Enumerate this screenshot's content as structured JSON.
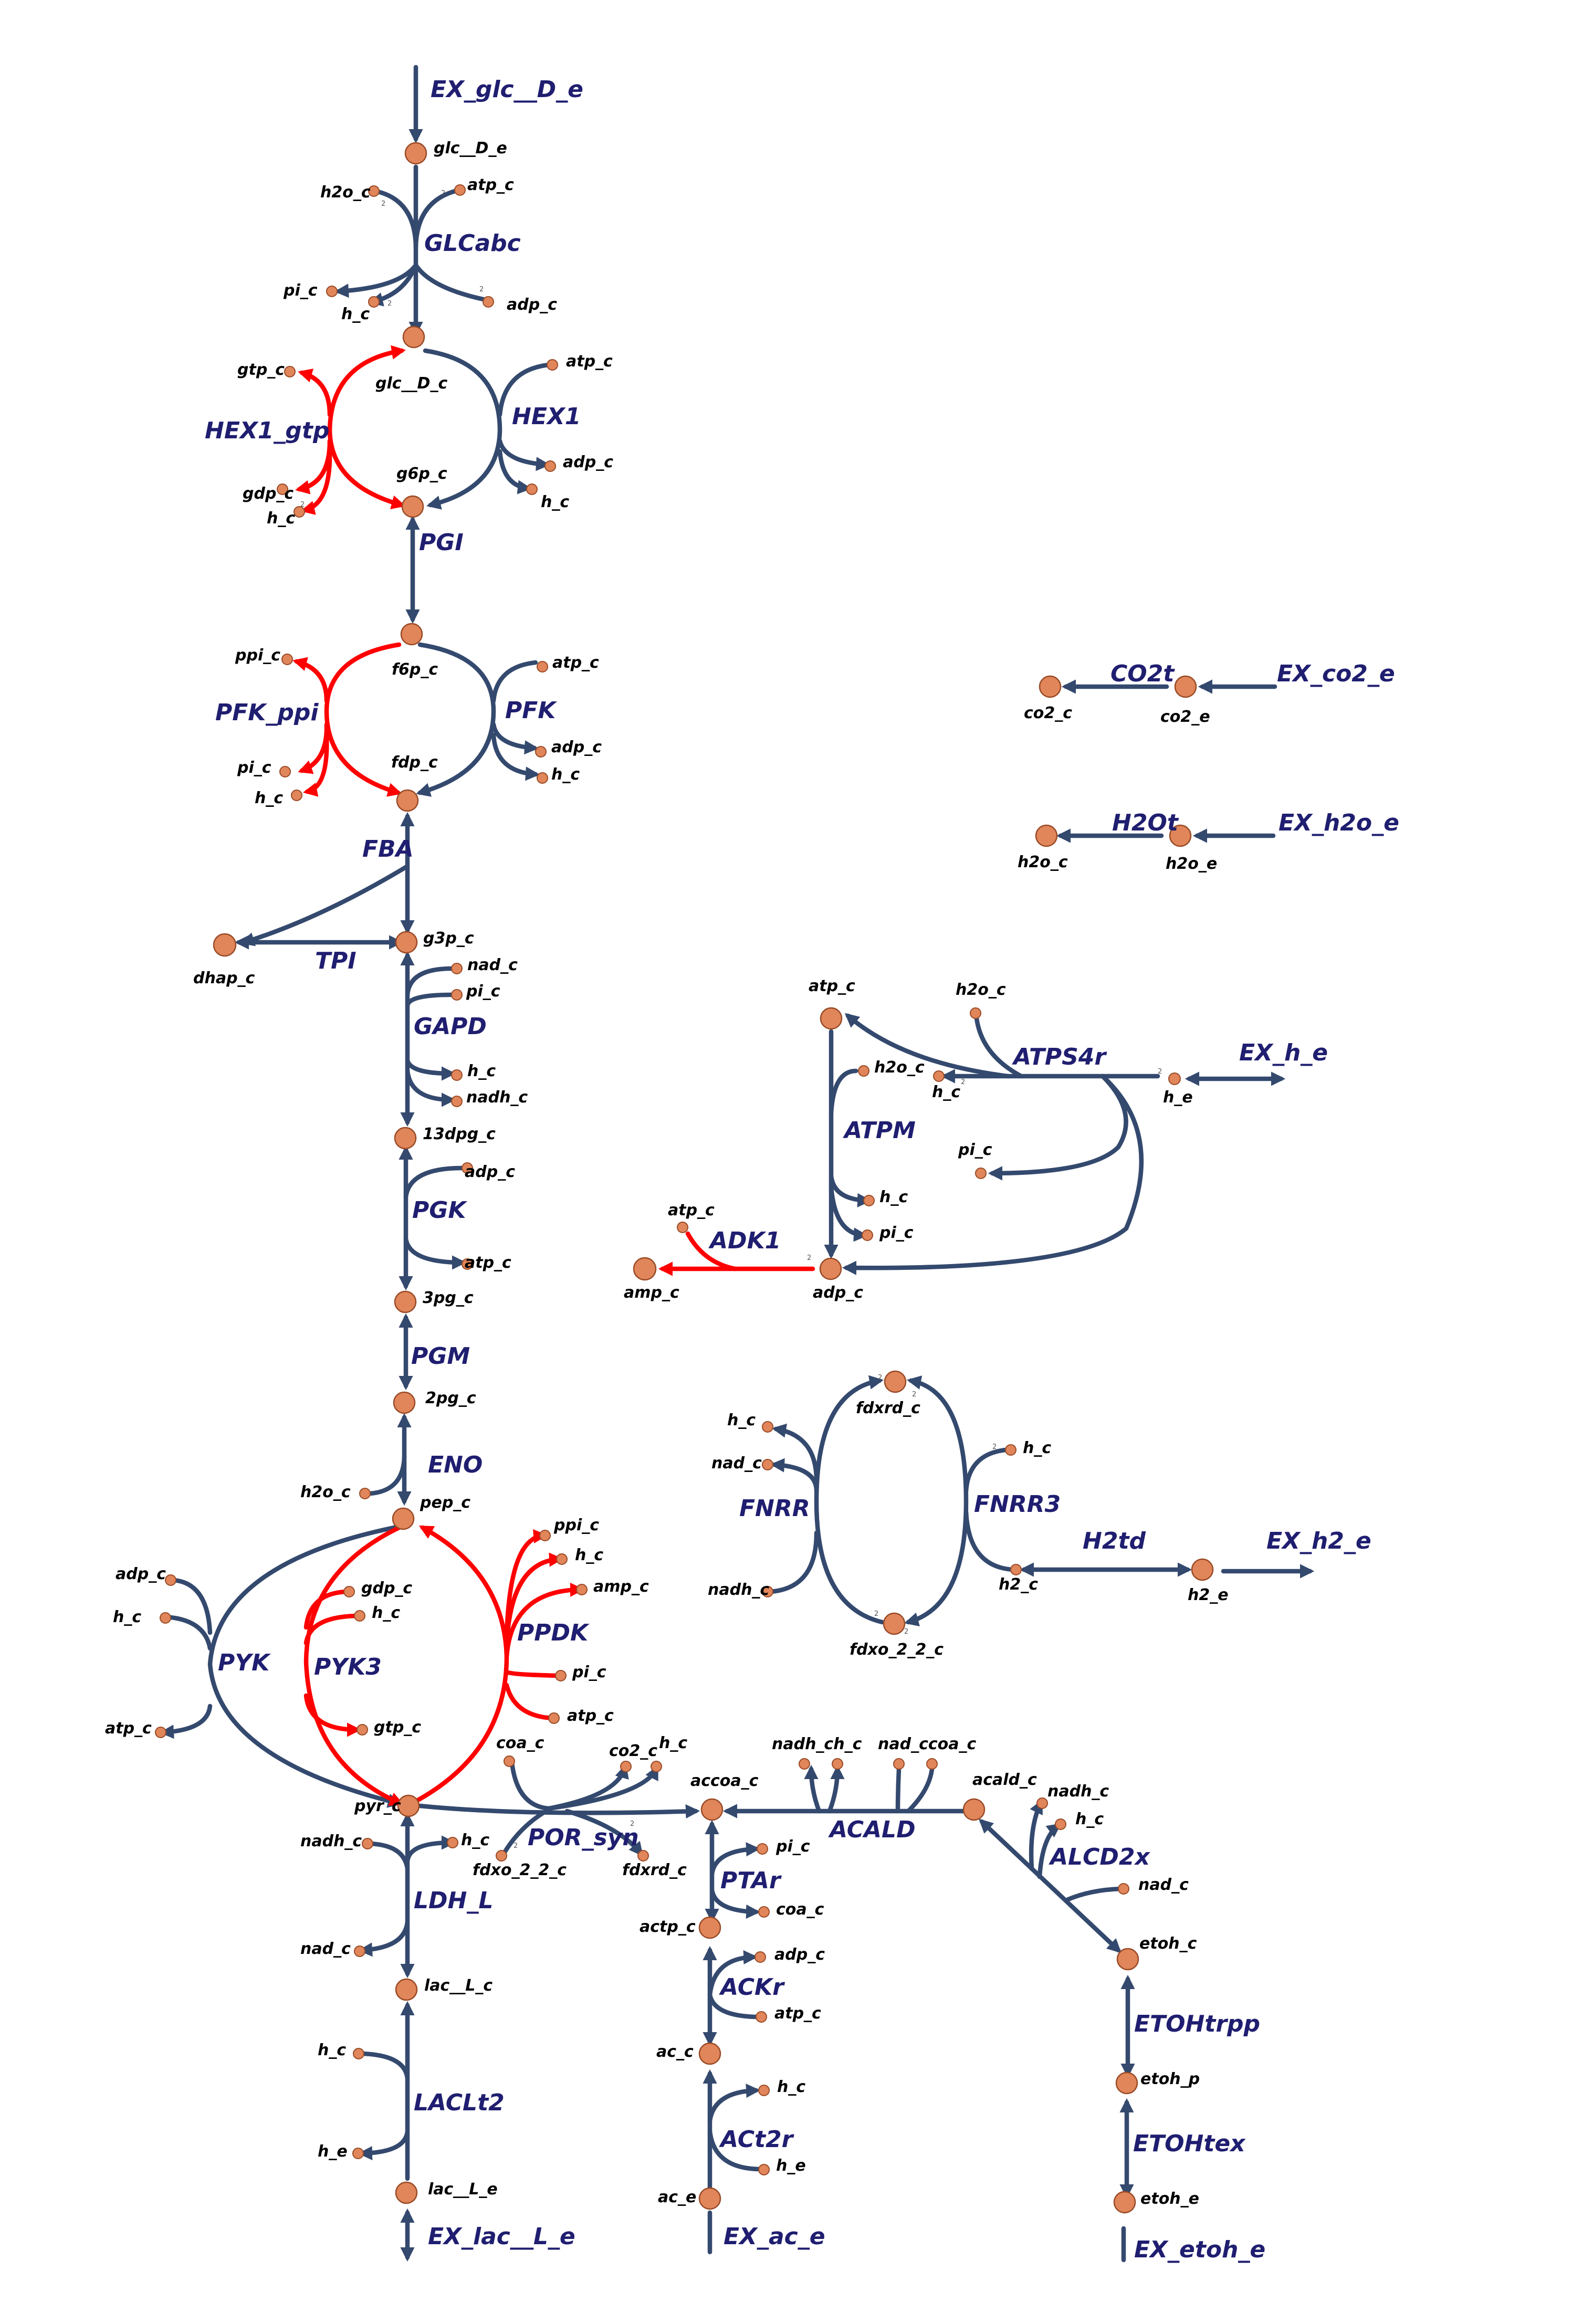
{
  "map": {
    "colors": {
      "reaction": "#34496e",
      "highlighted_reaction": "#ff0000",
      "metabolite_fill": "#e0865a",
      "metabolite_stroke": "#9a4a26",
      "reaction_label": "#1f1e70",
      "metabolite_label": "#000000"
    },
    "highlighted_reactions": [
      "HEX1_gtp",
      "PFK_ppi",
      "PYK3",
      "PPDK",
      "ADK1"
    ],
    "reactions": {
      "EX_glc_D_e": "EX_glc__D_e",
      "GLCabc": "GLCabc",
      "HEX1_gtp": "HEX1_gtp",
      "HEX1": "HEX1",
      "PGI": "PGI",
      "PFK_ppi": "PFK_ppi",
      "PFK": "PFK",
      "FBA": "FBA",
      "TPI": "TPI",
      "GAPD": "GAPD",
      "PGK": "PGK",
      "PGM": "PGM",
      "ENO": "ENO",
      "PYK": "PYK",
      "PYK3": "PYK3",
      "PPDK": "PPDK",
      "POR_syn": "POR_syn",
      "LDH_L": "LDH_L",
      "LACLt2": "LACLt2",
      "EX_lac_L_e": "EX_lac__L_e",
      "PTAr": "PTAr",
      "ACKr": "ACKr",
      "ACt2r": "ACt2r",
      "EX_ac_e": "EX_ac_e",
      "ACALD": "ACALD",
      "ALCD2x": "ALCD2x",
      "ETOHtrpp": "ETOHtrpp",
      "ETOHtex": "ETOHtex",
      "EX_etoh_e": "EX_etoh_e",
      "CO2t": "CO2t",
      "EX_co2_e": "EX_co2_e",
      "H2Ot": "H2Ot",
      "EX_h2o_e": "EX_h2o_e",
      "ATPS4r": "ATPS4r",
      "EX_h_e": "EX_h_e",
      "ATPM": "ATPM",
      "ADK1": "ADK1",
      "FNRR": "FNRR",
      "FNRR3": "FNRR3",
      "H2td": "H2td",
      "EX_h2_e": "EX_h2_e"
    },
    "metabolites": {
      "glc_D_e": "glc__D_e",
      "glc_D_c": "glc__D_c",
      "g6p_c": "g6p_c",
      "f6p_c": "f6p_c",
      "fdp_c": "fdp_c",
      "dhap_c": "dhap_c",
      "g3p_c": "g3p_c",
      "13dpg_c": "13dpg_c",
      "3pg_c": "3pg_c",
      "2pg_c": "2pg_c",
      "pep_c": "pep_c",
      "pyr_c": "pyr_c",
      "lac_L_c": "lac__L_c",
      "lac_L_e": "lac__L_e",
      "accoa_c": "accoa_c",
      "actp_c": "actp_c",
      "ac_c": "ac_c",
      "ac_e": "ac_e",
      "acald_c": "acald_c",
      "etoh_c": "etoh_c",
      "etoh_p": "etoh_p",
      "etoh_e": "etoh_e",
      "co2_c": "co2_c",
      "co2_e": "co2_e",
      "h2o_c": "h2o_c",
      "h2o_e": "h2o_e",
      "atp_c": "atp_c",
      "adp_c": "adp_c",
      "amp_c": "amp_c",
      "h_e": "h_e",
      "fdxrd_c": "fdxrd_c",
      "fdxo_2_2_c": "fdxo_2_2_c",
      "h2_c": "h2_c",
      "h2_e": "h2_e",
      "h_c": "h_c",
      "pi_c": "pi_c",
      "ppi_c": "ppi_c",
      "gtp_c": "gtp_c",
      "gdp_c": "gdp_c",
      "nad_c": "nad_c",
      "nadh_c": "nadh_c",
      "coa_c": "coa_c",
      "nadh_ch_c": "nadh_ch_c",
      "nad_ccoa_c": "nad_ccoa_c",
      "nadh_label_short": "nadh_c"
    },
    "stoichiometry_mark": "2"
  }
}
